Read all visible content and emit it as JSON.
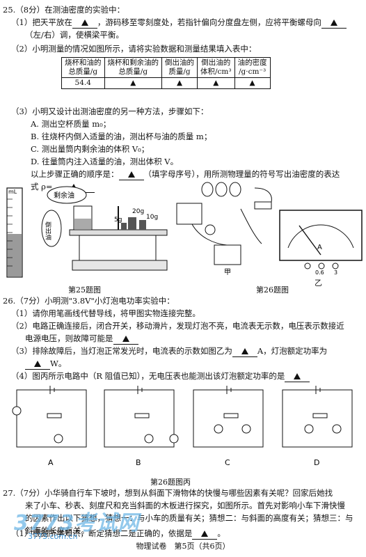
{
  "q25": {
    "head": "25.（8分）在测油密度的实验中：",
    "p1a": "（1）把天平放在",
    "p1b": "，游码移至零刻度处，若指针偏向分度盘左侧，应将平衡螺母向",
    "p1c": "（左/右）调，使横梁平衡。",
    "p2": "（2）小明测量的情况如图所示，请将实验数据和测量结果填入表中：",
    "table": {
      "headers": [
        [
          "烧杯和油的",
          "总质量/g"
        ],
        [
          "烧杯和剩余油的",
          "总质量/g"
        ],
        [
          "倒出油的",
          "质量/g"
        ],
        [
          "倒出油的",
          "体积/cm³"
        ],
        [
          "油的密度",
          "/g·cm⁻³"
        ]
      ],
      "row": [
        "54.4",
        "▲",
        "▲",
        "▲",
        "▲"
      ]
    },
    "p3": "（3）小明又设计出测油密度的另一种方法，步骤如下：",
    "stepA": "A. 测出空杯质量 m₀；",
    "stepB": "B. 往烧杯内倒入适量的油，测出杯与油的质量 m；",
    "stepC": "C. 测出量筒内剩余油的体积 V₀；",
    "stepD": "D. 往量筒内注入适量的油，测出体积 V。",
    "p3end1a": "以上步骤正确的顺序是：",
    "p3end1b": "（填字母序号），用所测物理量的符号写出油密度的表达",
    "p3end2": "式 ρ=",
    "fig_bubble1": "剩余油",
    "fig_bubble2": "倒出油",
    "fig_ml": "mL",
    "fig_w1": "20g",
    "fig_w2": "10g",
    "fig_w3": "5g",
    "cap25": "第25题图",
    "cap26": "第26题图",
    "lbl_jia": "甲",
    "lbl_yi": "乙",
    "meter_06": "0.6",
    "meter_3": "3",
    "meter_A": "A"
  },
  "q26": {
    "head": "26.（7分）小明测\"3.8V\"小灯泡电功率实验中：",
    "p1": "（1）请你用笔画线代替导线，将甲图实物连接完整。",
    "p2a": "（2）电路正确连接后，闭合开关，移动滑片，发现灯泡不亮，电流表无示数，电压表示数接近",
    "p2b": "电源电压，则故障可能是",
    "p3a": "（3）排除故障后，当灯泡正常发光时，电流表的示数如图乙为",
    "p3b": "A，灯泡额定功率为",
    "p3c": "W。",
    "p4a": "（4）图丙所示电路中（R 阻值已知），无电压表也能测出该灯泡额定功率的是",
    "labels": [
      "A",
      "B",
      "C",
      "D"
    ],
    "cap": "第26题图丙"
  },
  "q27": {
    "l1": "27.（7分）小华骑自行车下坡时，想到从斜面下滑物体的快慢与哪些因素有关呢？回家后她找",
    "l2": "来了小车、秒表、刻度尺和充当斜面的木板进行探究，如图所示。首先对影响小车下滑快慢",
    "l3": "的因素作出以下猜想，猜想一：与小车的质量有关；猜想二：与斜面的高度有关；猜想三：与",
    "l4": "斜面的长度有关。",
    "l5a": "（1）根据所学知识，断定猜想二是正确的，依据是",
    "tri": "▲",
    "dot": "。"
  },
  "footer": "物理试卷　第5页（共6页）",
  "watermark": "3773考试网",
  "watermark_url": "3773.com.cn"
}
